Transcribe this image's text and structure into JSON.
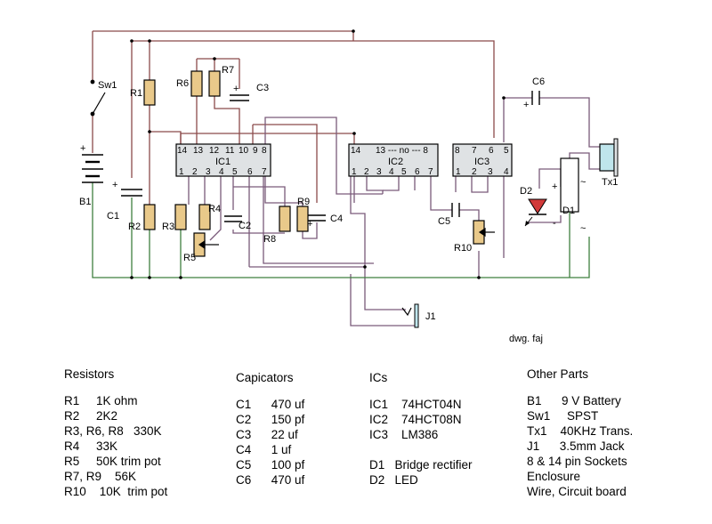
{
  "schematic": {
    "labels": {
      "sw1": "Sw1",
      "b1": "B1",
      "battery_plus": "+",
      "r1": "R1",
      "c1": "C1",
      "c1_plus": "+",
      "r2": "R2",
      "r6": "R6",
      "r7": "R7",
      "c3": "C3",
      "c3_plus": "+",
      "r3": "R3",
      "r4": "R4",
      "r5": "R5",
      "c2": "C2",
      "r8": "R8",
      "r9": "R9",
      "c4": "C4",
      "c4_plus": "+",
      "c5": "C5",
      "r10": "R10",
      "c6": "C6",
      "c6_plus": "+",
      "d2": "D2",
      "d1": "D1",
      "d1_plus": "+",
      "d1_minus": "-",
      "tilde_top": "~",
      "tilde_bottom": "~",
      "tx1": "Tx1",
      "j1": "J1",
      "credit": "dwg. faj"
    },
    "ic1": {
      "name": "IC1",
      "top_pins": [
        "14",
        "13",
        "12",
        "11",
        "10",
        "9",
        "8"
      ],
      "bottom_pins": [
        "1",
        "2",
        "3",
        "4",
        "5",
        "6",
        "7"
      ]
    },
    "ic2": {
      "name": "IC2",
      "top_left": "14",
      "top_mid": "13 --- no --- 8",
      "bottom_pins": [
        "1",
        "2",
        "3",
        "4",
        "5",
        "6",
        "7"
      ]
    },
    "ic3": {
      "name": "IC3",
      "top_pins": [
        "8",
        "7",
        "6",
        "5"
      ],
      "bottom_pins": [
        "1",
        "2",
        "3",
        "4"
      ]
    }
  },
  "parts": {
    "resistors": {
      "heading": "Resistors",
      "rows": [
        "R1     1K ohm",
        "R2     2K2",
        "R3, R6, R8   330K",
        "R4     33K",
        "R5     50K trim pot",
        "R7, R9    56K",
        "R10    10K  trim pot"
      ]
    },
    "capacitors": {
      "heading": "Capicators",
      "rows": [
        "C1      470 uf",
        "C2      150 pf",
        "C3      22 uf",
        "C4      1 uf",
        "C5      100 pf",
        "C6      470 uf"
      ]
    },
    "ics": {
      "heading": "ICs",
      "rows": [
        "IC1    74HCT04N",
        "IC2    74HCT08N",
        "IC3    LM386",
        "",
        "D1   Bridge rectifier",
        "D2   LED"
      ]
    },
    "other": {
      "heading": "Other Parts",
      "rows": [
        "B1      9 V Battery",
        "Sw1     SPST",
        "Tx1    40KHz Trans.",
        "J1      3.5mm Jack",
        "8 & 14 pin Sockets",
        "Enclosure",
        "Wire, Circuit board"
      ]
    }
  },
  "colors": {
    "ic_fill": "#dfe2e4",
    "wire_positive": "#8b4a4a",
    "wire_ground": "#3f7f3f",
    "wire_signal": "#7a5a7a",
    "resistor_fill": "#e9c98a",
    "tx_fill": "#bfe5ec",
    "led_red": "#d23a3a"
  }
}
